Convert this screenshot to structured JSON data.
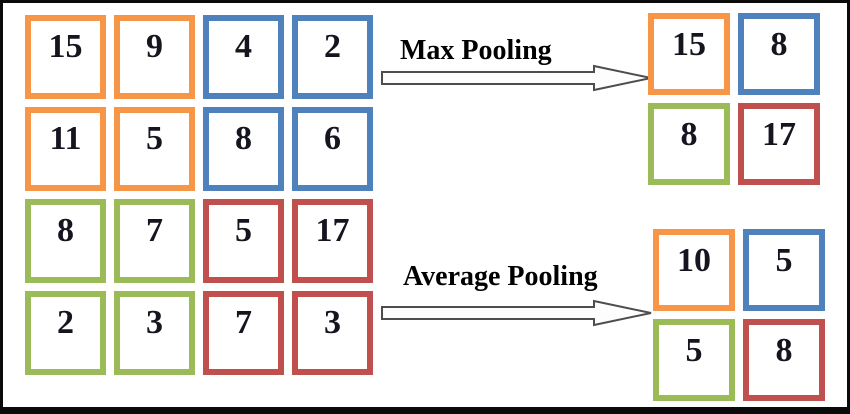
{
  "colors": {
    "orange": "#F79646",
    "blue": "#4F81BD",
    "green": "#9BBB59",
    "red": "#C0504D",
    "number_text": "#15151f",
    "frame_border": "#0a0a0a"
  },
  "input_grid": {
    "rows": 4,
    "cols": 4,
    "cells": [
      {
        "value": "15",
        "color": "orange"
      },
      {
        "value": "9",
        "color": "orange"
      },
      {
        "value": "4",
        "color": "blue"
      },
      {
        "value": "2",
        "color": "blue"
      },
      {
        "value": "11",
        "color": "orange"
      },
      {
        "value": "5",
        "color": "orange"
      },
      {
        "value": "8",
        "color": "blue"
      },
      {
        "value": "6",
        "color": "blue"
      },
      {
        "value": "8",
        "color": "green"
      },
      {
        "value": "7",
        "color": "green"
      },
      {
        "value": "5",
        "color": "red"
      },
      {
        "value": "17",
        "color": "red"
      },
      {
        "value": "2",
        "color": "green"
      },
      {
        "value": "3",
        "color": "green"
      },
      {
        "value": "7",
        "color": "red"
      },
      {
        "value": "3",
        "color": "red"
      }
    ]
  },
  "max_pooling": {
    "label": "Max Pooling",
    "cells": [
      {
        "value": "15",
        "color": "orange"
      },
      {
        "value": "8",
        "color": "blue"
      },
      {
        "value": "8",
        "color": "green"
      },
      {
        "value": "17",
        "color": "red"
      }
    ]
  },
  "average_pooling": {
    "label": "Average Pooling",
    "cells": [
      {
        "value": "10",
        "color": "orange"
      },
      {
        "value": "5",
        "color": "blue"
      },
      {
        "value": "5",
        "color": "green"
      },
      {
        "value": "8",
        "color": "red"
      }
    ]
  }
}
